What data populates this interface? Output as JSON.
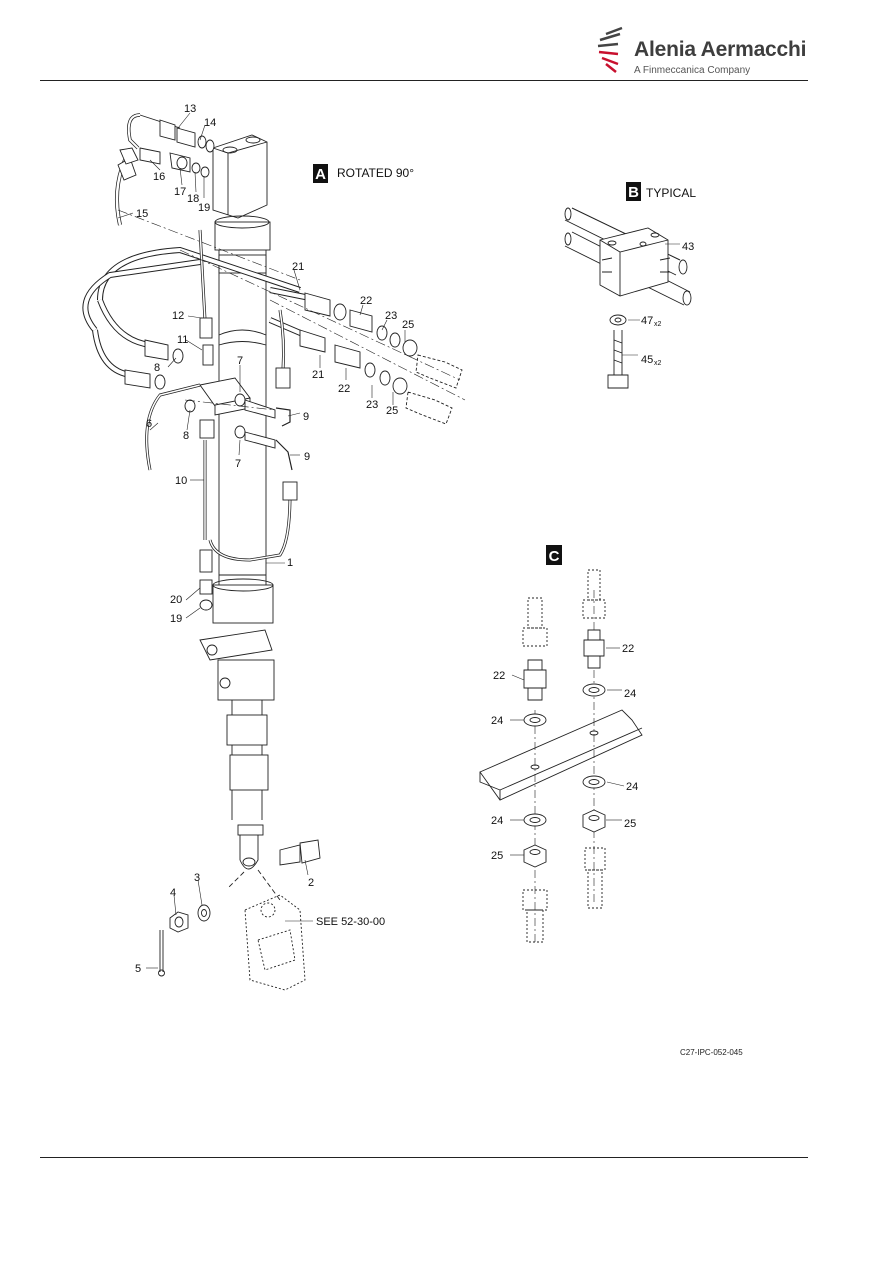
{
  "header": {
    "logo_name": "Alenia Aermacchi",
    "logo_subtitle": "A Finmeccanica Company",
    "logo_accent": "#c8102e"
  },
  "views": {
    "A": {
      "badge": "A",
      "caption": "ROTATED 90°"
    },
    "B": {
      "badge": "B",
      "caption": "TYPICAL"
    },
    "C": {
      "badge": "C"
    }
  },
  "callouts": {
    "c1": "1",
    "c2": "2",
    "c3": "3",
    "c4": "4",
    "c5": "5",
    "c6": "6",
    "c7a": "7",
    "c7b": "7",
    "c8a": "8",
    "c8b": "8",
    "c9a": "9",
    "c9b": "9",
    "c10": "10",
    "c11": "11",
    "c12": "12",
    "c13": "13",
    "c14": "14",
    "c15": "15",
    "c16": "16",
    "c17": "17",
    "c18": "18",
    "c19a": "19",
    "c19b": "19",
    "c20": "20",
    "c21a": "21",
    "c21b": "21",
    "c22a": "22",
    "c22b": "22",
    "c23a": "23",
    "c23b": "23",
    "c25a": "25",
    "c25b": "25",
    "b43": "43",
    "b47": "47",
    "b47q": "x2",
    "b45": "45",
    "b45q": "x2",
    "cc22a": "22",
    "cc22b": "22",
    "cc24a": "24",
    "cc24b": "24",
    "cc24c": "24",
    "cc24d": "24",
    "cc25a": "25",
    "cc25b": "25"
  },
  "reference": "SEE 52-30-00",
  "document_code": "C27-IPC-052-045"
}
